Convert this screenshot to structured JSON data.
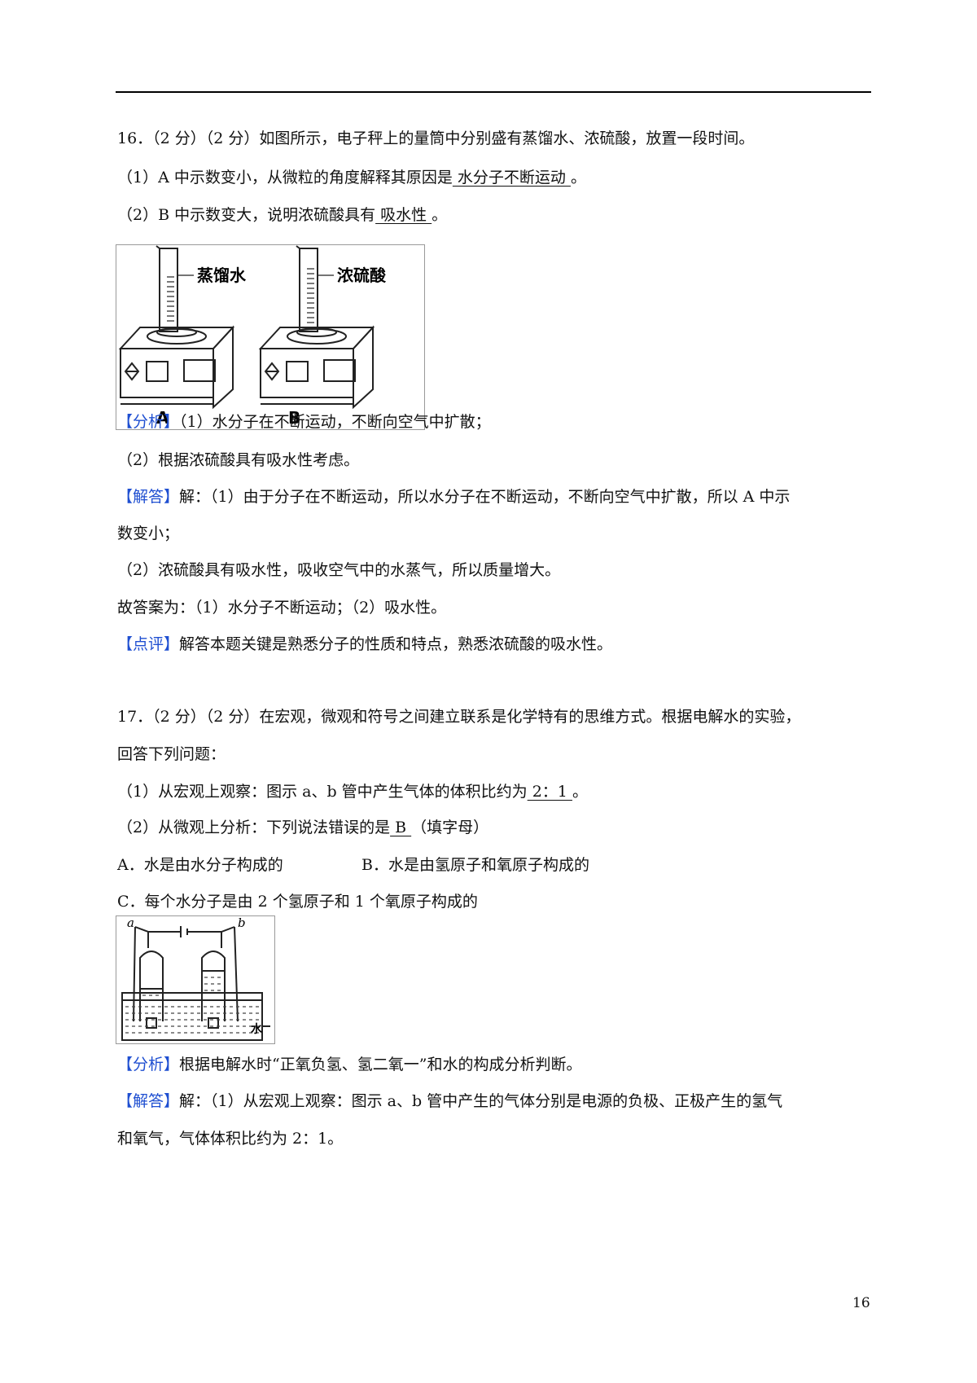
{
  "page_number": "16",
  "q16": {
    "stem": "16．（2 分）（2 分）如图所示，电子秤上的量筒中分别盛有蒸馏水、浓硫酸，放置一段时间。",
    "p1_pre": "（1）A 中示数变小，从微粒的角度解释其原因是",
    "p1_answer": "  水分子不断运动  ",
    "p1_post": "。",
    "p2_pre": "（2）B 中示数变大，说明浓硫酸具有",
    "p2_answer": "  吸水性  ",
    "p2_post": "。",
    "figure": {
      "label_water": "蒸馏水",
      "label_acid": "浓硫酸",
      "cap_a": "A",
      "cap_b": "B"
    },
    "analysis_tag": "【分析】",
    "analysis_1": "（1）水分子在不断运动，不断向空气中扩散；",
    "analysis_2": "（2）根据浓硫酸具有吸水性考虑。",
    "solution_tag": "【解答】",
    "solution_1": "解：（1）由于分子在不断运动，所以水分子在不断运动，不断向空气中扩散，所以 A 中示",
    "solution_1b": "数变小；",
    "solution_2": "（2）浓硫酸具有吸水性，吸收空气中的水蒸气，所以质量增大。",
    "answer_line": "故答案为：（1）水分子不断运动；（2）吸水性。",
    "review_tag": "【点评】",
    "review": "解答本题关键是熟悉分子的性质和特点，熟悉浓硫酸的吸水性。"
  },
  "q17": {
    "stem_1": "17．（2 分）（2 分）在宏观，微观和符号之间建立联系是化学特有的思维方式。根据电解水的实验，",
    "stem_2": "回答下列问题：",
    "p1_pre": "（1）从宏观上观察：图示 a、b 管中产生气体的体积比约为",
    "p1_answer": "  2：1  ",
    "p1_post": "。",
    "p2_pre": "（2）从微观上分析：下列说法错误的是",
    "p2_answer": "  B  ",
    "p2_post": " （填字母）",
    "option_a": "A．水是由水分子构成的",
    "option_b": "B．水是由氢原子和氧原子构成的",
    "option_c": "C．每个水分子是由 2 个氢原子和 1 个氧原子构成的",
    "figure": {
      "label_a": "a",
      "label_b": "b",
      "label_water": "水"
    },
    "analysis_tag": "【分析】",
    "analysis": "根据电解水时“正氧负氢、氢二氧一”和水的构成分析判断。",
    "solution_tag": "【解答】",
    "solution_1": "解：（1）从宏观上观察：图示 a、b 管中产生的气体分别是电源的负极、正极产生的氢气",
    "solution_2": "和氧气，气体体积比约为 2：1。"
  }
}
